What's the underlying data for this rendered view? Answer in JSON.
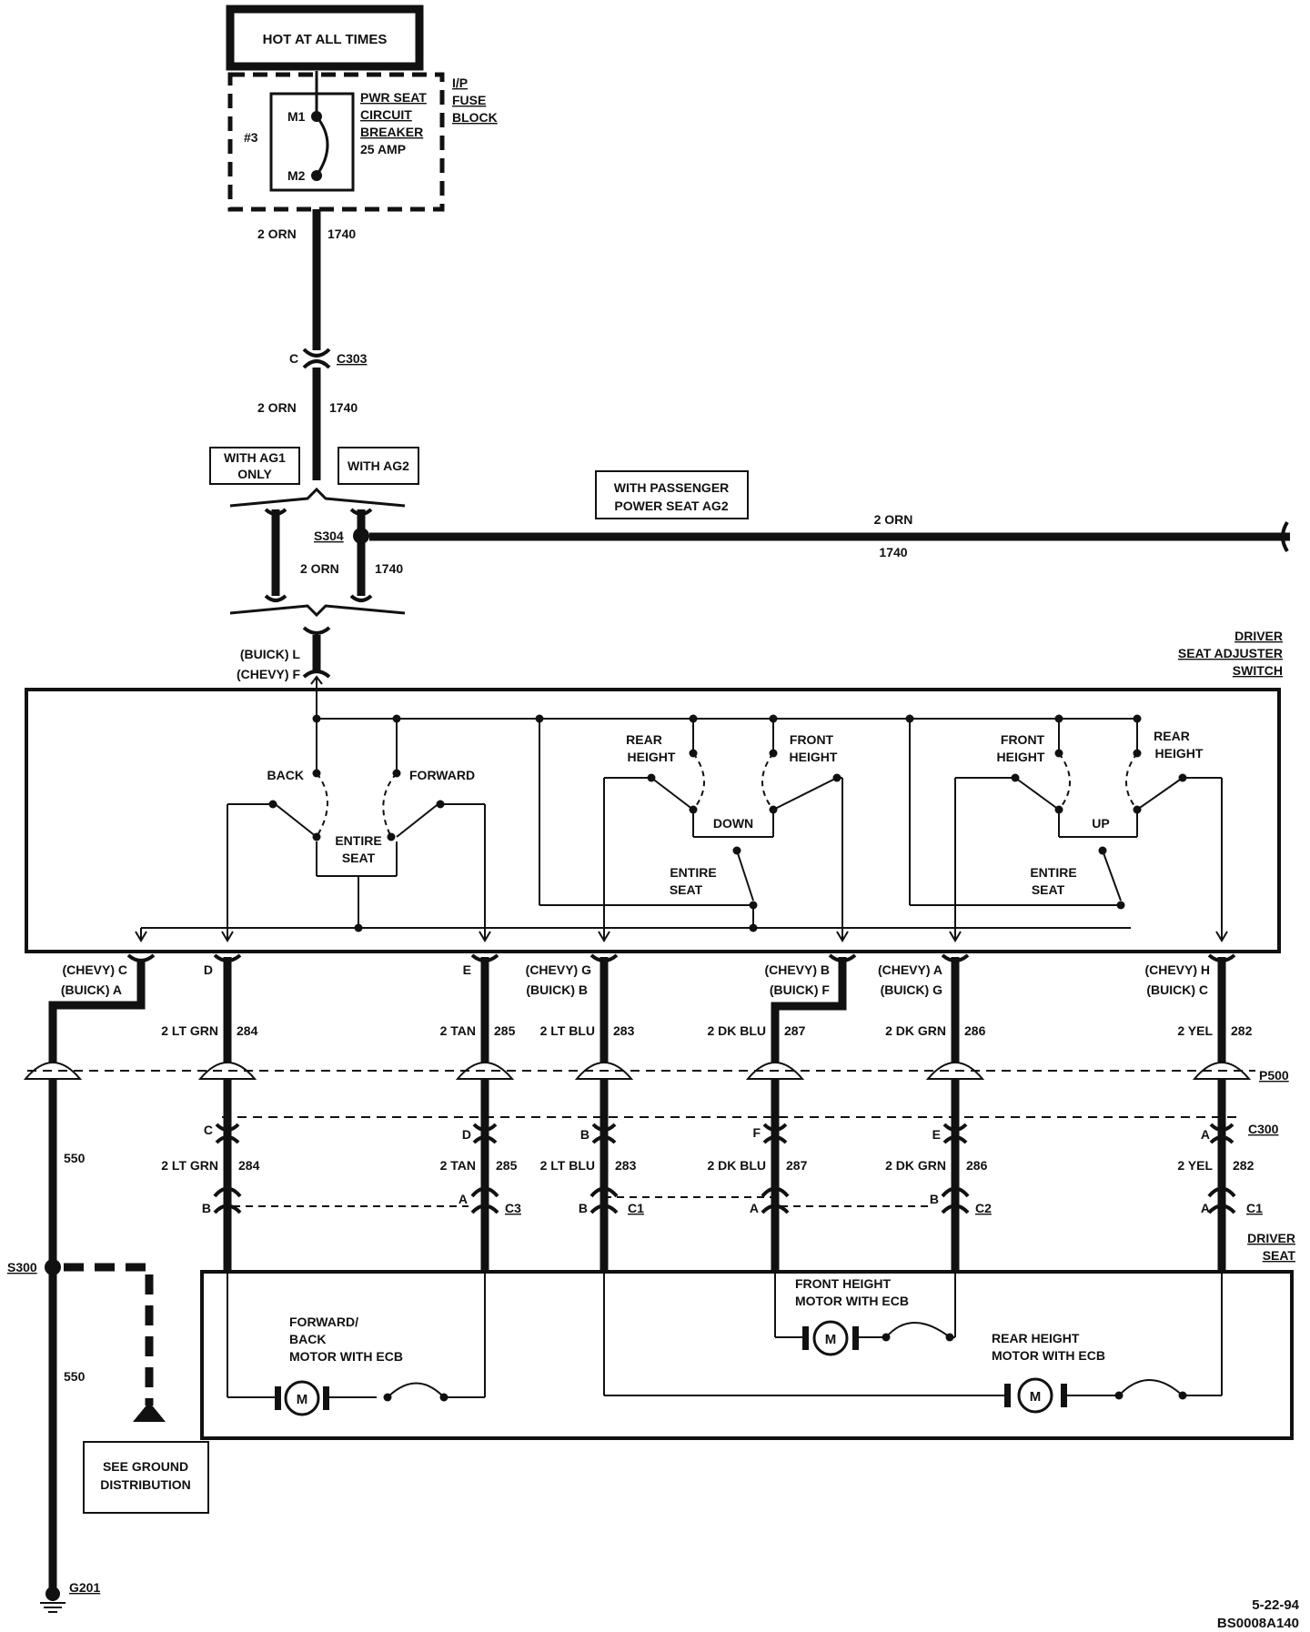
{
  "hot_box": "HOT AT ALL TIMES",
  "fuse_block": {
    "position": "#3",
    "pin_top": "M1",
    "pin_bottom": "M2",
    "breaker_lines": [
      "PWR SEAT",
      "CIRCUIT",
      "BREAKER",
      "25 AMP"
    ],
    "block_lines": [
      "I/P",
      "FUSE",
      "BLOCK"
    ]
  },
  "feed_wire": {
    "gauge_color": "2 ORN",
    "circuit": "1740"
  },
  "c303": {
    "pin": "C",
    "name": "C303"
  },
  "variants": {
    "ag1": [
      "WITH AG1",
      "ONLY"
    ],
    "ag2": "WITH AG2"
  },
  "s304": "S304",
  "passenger_note": [
    "WITH PASSENGER",
    "POWER SEAT AG2"
  ],
  "switch_feed_pin": {
    "buick": "(BUICK) L",
    "chevy": "(CHEVY) F"
  },
  "switch_title": [
    "DRIVER",
    "SEAT ADJUSTER",
    "SWITCH"
  ],
  "switch_labels": {
    "back": "BACK",
    "forward": "FORWARD",
    "entire_seat": [
      "ENTIRE",
      "SEAT"
    ],
    "rear_height": [
      "REAR",
      "HEIGHT"
    ],
    "front_height": [
      "FRONT",
      "HEIGHT"
    ],
    "down": "DOWN",
    "up": "UP"
  },
  "switch_pins": [
    [
      "(CHEVY) C",
      "(BUICK) A"
    ],
    [
      "D"
    ],
    [
      "E"
    ],
    [
      "(CHEVY) G",
      "(BUICK) B"
    ],
    [
      "(CHEVY) B",
      "(BUICK) F"
    ],
    [
      "(CHEVY) A",
      "(BUICK) G"
    ],
    [
      "(CHEVY) H",
      "(BUICK) C"
    ]
  ],
  "wires_top": [
    [
      "2 LT GRN",
      "284"
    ],
    [
      "2 TAN",
      "285"
    ],
    [
      "2 LT BLU",
      "283"
    ],
    [
      "2 DK BLU",
      "287"
    ],
    [
      "2 DK GRN",
      "286"
    ],
    [
      "2 YEL",
      "282"
    ]
  ],
  "p500": "P500",
  "c300": {
    "name": "C300",
    "pins": [
      "C",
      "D",
      "B",
      "F",
      "E",
      "A"
    ]
  },
  "wires_bottom": [
    [
      "2 LT GRN",
      "284"
    ],
    [
      "2 TAN",
      "285"
    ],
    [
      "2 LT BLU",
      "283"
    ],
    [
      "2 DK BLU",
      "287"
    ],
    [
      "2 DK GRN",
      "286"
    ],
    [
      "2 YEL",
      "282"
    ]
  ],
  "seat_connectors": {
    "pins": [
      "B",
      "A",
      "B",
      "A",
      "B",
      "A"
    ],
    "names": [
      "C3",
      "C1",
      "C2",
      "C1"
    ]
  },
  "ground_wire": "550",
  "s300": "S300",
  "ground_box": [
    "SEE GROUND",
    "DISTRIBUTION"
  ],
  "g201": "G201",
  "driver_seat": [
    "DRIVER",
    "SEAT"
  ],
  "motors": {
    "fwd_back": [
      "FORWARD/",
      "BACK",
      "MOTOR WITH ECB"
    ],
    "front_height": [
      "FRONT HEIGHT",
      "MOTOR WITH ECB"
    ],
    "rear_height": [
      "REAR HEIGHT",
      "MOTOR WITH ECB"
    ],
    "symbol": "M"
  },
  "date": "5-22-94",
  "code": "BS0008A140"
}
